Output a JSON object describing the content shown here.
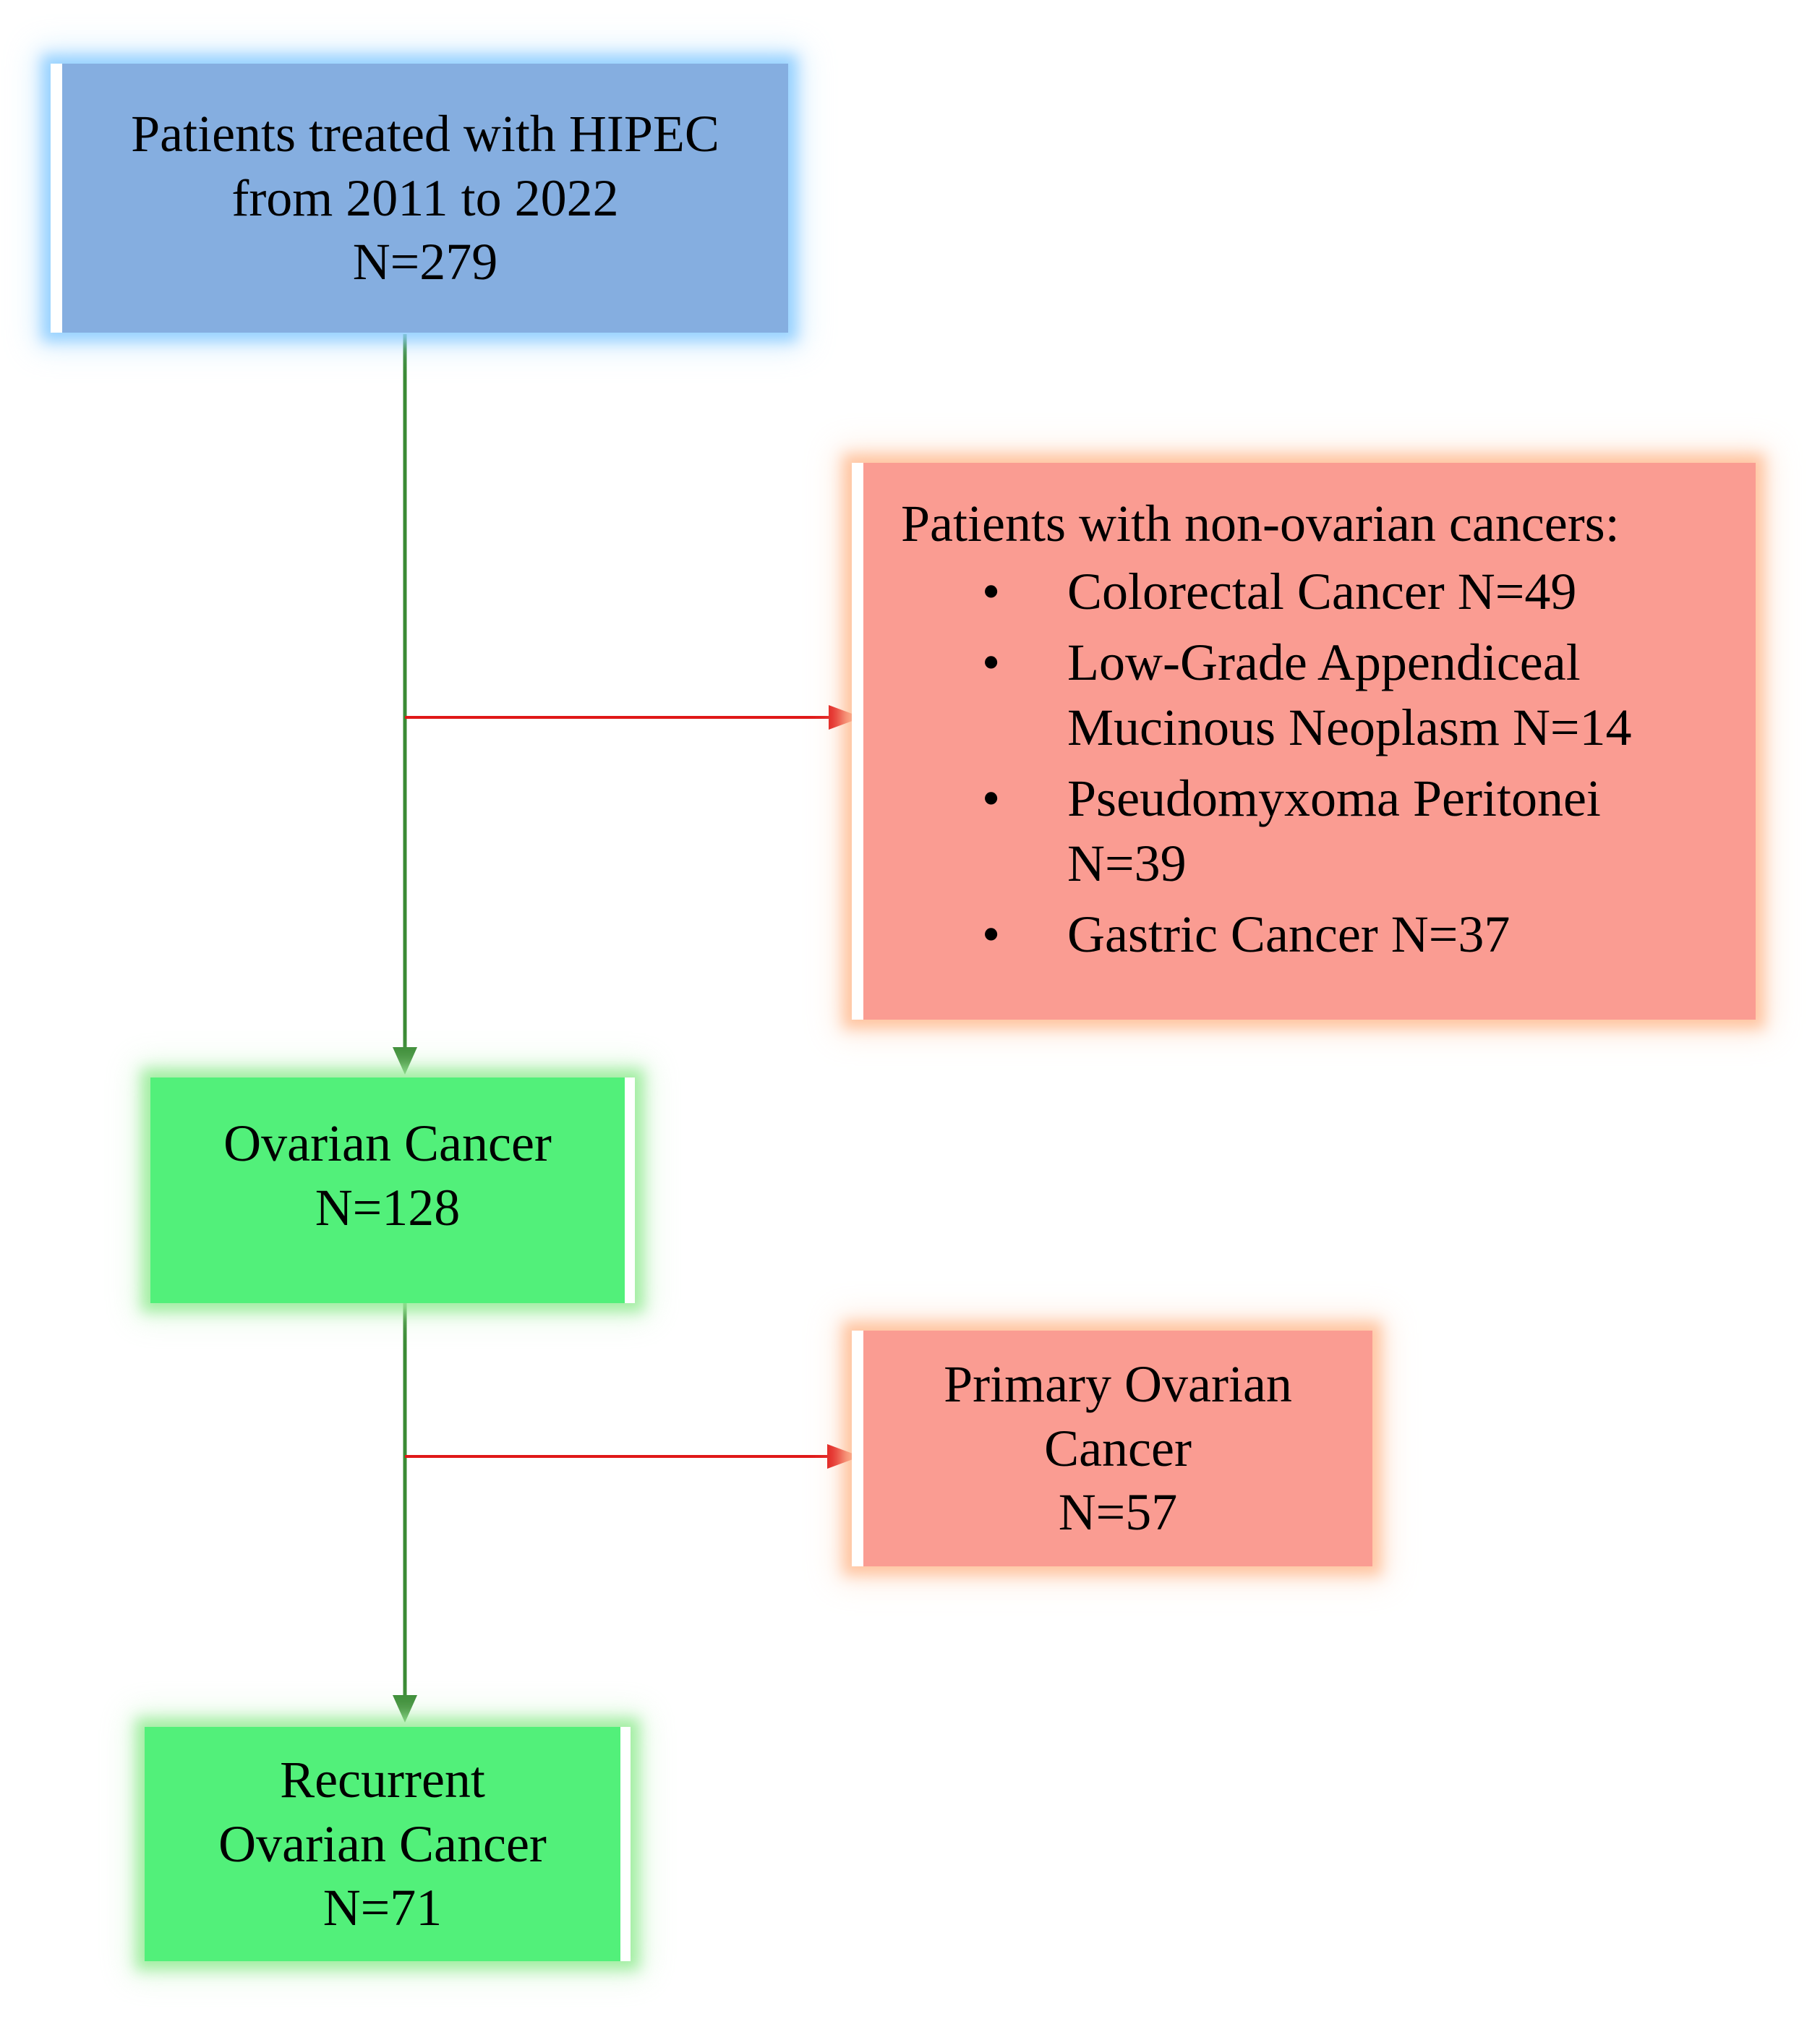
{
  "colors": {
    "total_box": "#85aee0",
    "excluded_box": "#fa9c92",
    "included_box": "#52f07a",
    "main_flow": "#3a8a34",
    "exclusion_arrow": "#e01818"
  },
  "nodes": {
    "total": {
      "lines": [
        "Patients treated with HIPEC",
        "from 2011 to 2022",
        "N=279"
      ]
    },
    "non_ovarian": {
      "title": "Patients with non-ovarian cancers:",
      "bullet_glyph": "•",
      "items": [
        {
          "lines": [
            "Colorectal Cancer N=49"
          ]
        },
        {
          "lines": [
            "Low-Grade Appendiceal",
            "Mucinous Neoplasm N=14"
          ]
        },
        {
          "lines": [
            "Pseudomyxoma Peritonei",
            "N=39"
          ]
        },
        {
          "lines": [
            "Gastric Cancer N=37"
          ]
        }
      ]
    },
    "ovarian": {
      "lines": [
        "Ovarian Cancer",
        "N=128"
      ]
    },
    "primary": {
      "lines": [
        "Primary Ovarian",
        "Cancer",
        "N=57"
      ]
    },
    "recurrent": {
      "lines": [
        "Recurrent",
        "Ovarian Cancer",
        "N=71"
      ]
    }
  }
}
